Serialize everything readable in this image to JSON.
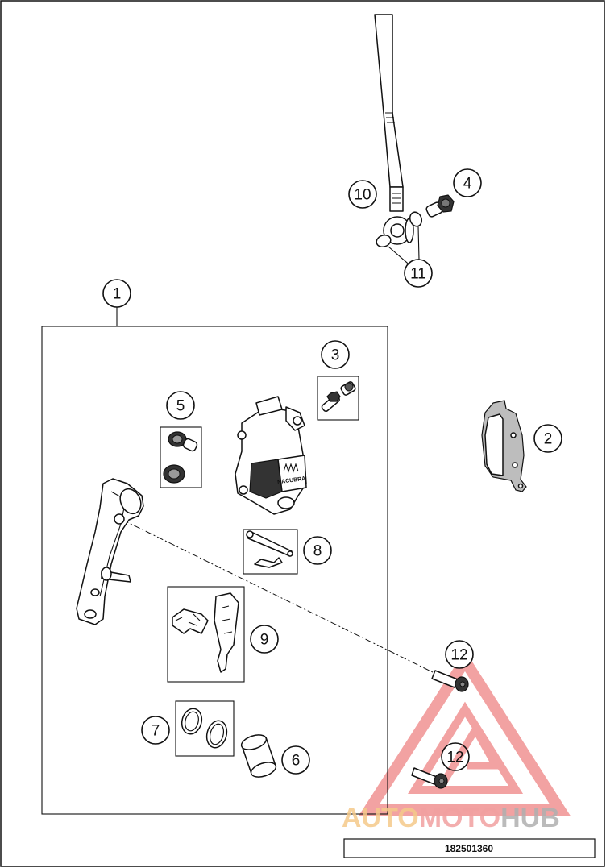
{
  "diagram": {
    "reference_number": "182501360",
    "callouts": [
      {
        "id": "c1",
        "label": "1"
      },
      {
        "id": "c2",
        "label": "2"
      },
      {
        "id": "c3",
        "label": "3"
      },
      {
        "id": "c4",
        "label": "4"
      },
      {
        "id": "c5",
        "label": "5"
      },
      {
        "id": "c6",
        "label": "6"
      },
      {
        "id": "c7",
        "label": "7"
      },
      {
        "id": "c8",
        "label": "8"
      },
      {
        "id": "c9",
        "label": "9"
      },
      {
        "id": "c10",
        "label": "10"
      },
      {
        "id": "c11",
        "label": "11"
      },
      {
        "id": "c12a",
        "label": "12"
      },
      {
        "id": "c12b",
        "label": "12"
      }
    ],
    "caliper_marking": "NACUBRA"
  },
  "watermark": {
    "part1": "AUTO",
    "part2": "MOTO",
    "part3": "HUB",
    "color_primary": "#f1a0a0",
    "color_secondary": "#f5c98a",
    "color_tertiary": "#b0b0b0"
  }
}
